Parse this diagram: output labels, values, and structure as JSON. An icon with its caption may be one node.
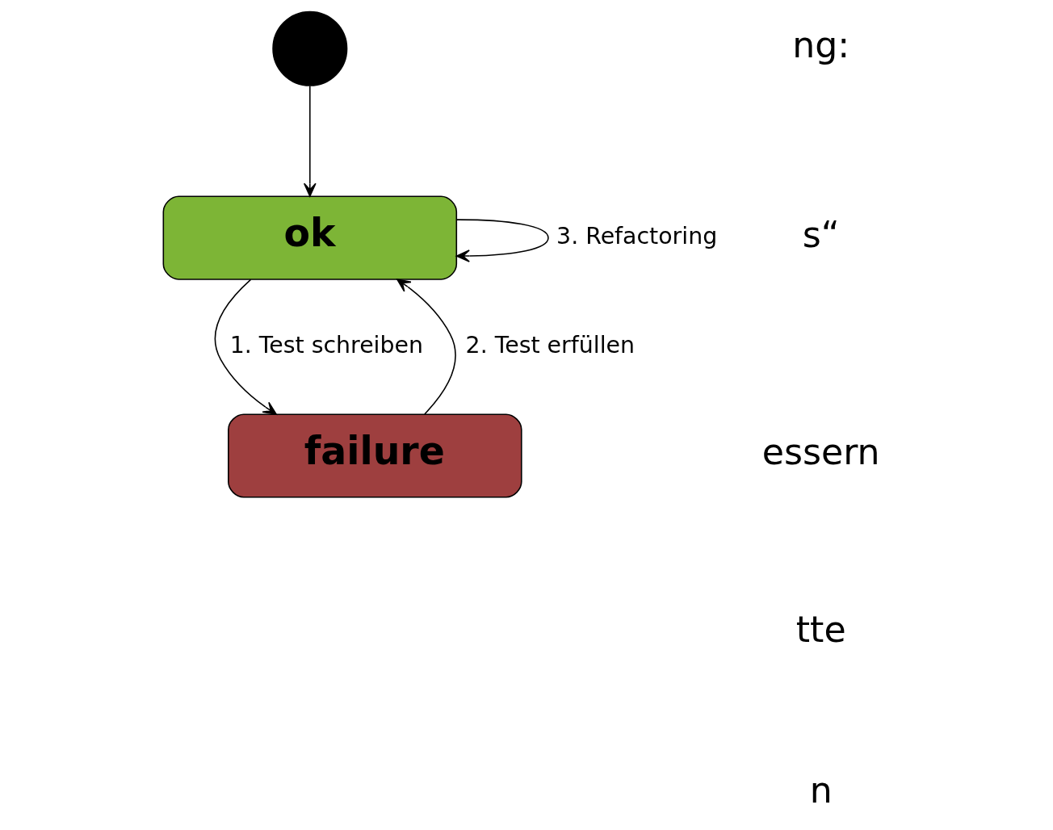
{
  "diagram": {
    "nodes": [
      {
        "text": [],
        "shape": "circle"
      },
      {
        "text": [
          "ok"
        ]
      },
      {
        "text": [
          "failure"
        ]
      }
    ],
    "edges": [
      {
        "from": 0,
        "to": 1,
        "arrow": "to"
      },
      {
        "from": 1,
        "to": 2,
        "label": "1. Test schreiben",
        "arrow": "to"
      },
      {
        "from": 2,
        "to": 1,
        "label": "2. Test erfüllen",
        "arrow": "to"
      },
      {
        "from": 1,
        "to": 1,
        "label": "3. Refactoring",
        "arrow": "to"
      }
    ],
    "labels": [
      "ng:",
      "s“",
      "essern",
      "tte",
      "n"
    ]
  }
}
